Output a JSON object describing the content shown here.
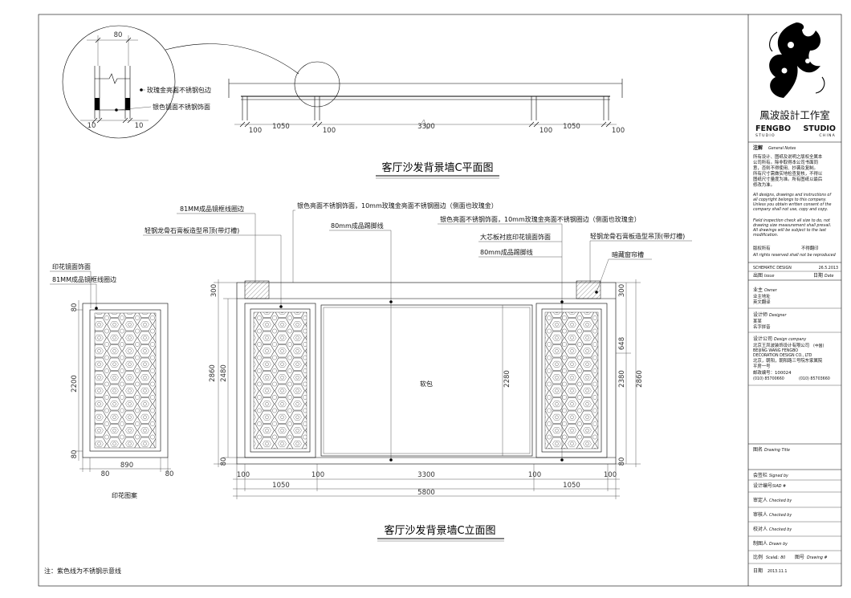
{
  "colors": {
    "line": "#000000",
    "background": "#ffffff"
  },
  "detail": {
    "dim_top": "80",
    "label_rose_gold_edge": "玫瑰金亮面不锈钢包边",
    "label_silver_mirror": "银色镜面不锈钢饰面",
    "dim_left": "10",
    "dim_right": "10"
  },
  "plan": {
    "dims": [
      "100",
      "1050",
      "100",
      "3300",
      "100",
      "1050",
      "100"
    ],
    "title": "客厅沙发背景墙C平面图"
  },
  "elevation": {
    "label_frame_line": "81MM成品镜框线圈边",
    "label_ceiling_left": "轻钢龙骨石膏板造型吊顶(带灯槽)",
    "label_steel_1": "银色亮面不锈钢饰面，10mm玫瑰金亮面不锈钢圈边（侧面也玫瑰金）",
    "label_skirting_1": "80mm成品踢脚线",
    "label_steel_2": "银色亮面不锈钢饰面，10mm玫瑰金亮面不锈钢圈边（侧面也玫瑰金）",
    "label_mirror_panel": "大芯板衬底印花镜面饰面",
    "label_ceiling_right": "轻钢龙骨石膏板造型吊顶(带灯槽)",
    "label_skirting_2": "80mm成品踢脚线",
    "label_curtain": "暗藏窗帘槽",
    "soft_pack": "软包",
    "dims_left": {
      "top": "300",
      "total": "2860",
      "wall": "2480",
      "bottom": "80"
    },
    "dim_middle": "2280",
    "dims_right": {
      "top": "300",
      "mid": "648",
      "wall": "2380",
      "total": "2860",
      "bottom": "80"
    },
    "dims_bottom_row1": [
      "100",
      "100",
      "3300",
      "100",
      "100"
    ],
    "dims_bottom_row2": [
      "1050",
      "1050"
    ],
    "dim_total": "5800",
    "title": "客厅沙发背景墙C立面图"
  },
  "pattern_panel": {
    "label_mirror": "印花镜面饰面",
    "label_frame": "81MM成品镜框线圈边",
    "dim_top": "80",
    "dim_height": "2200",
    "dim_bottom": "80",
    "dim_w_left": "80",
    "dim_width": "890",
    "dim_w_right": "80",
    "title": "印花图案"
  },
  "note": "注：紫色线为不锈钢示意线",
  "title_block": {
    "logo_name": "鳳波設計工作室",
    "brand_left": "FENGBO",
    "brand_right": "STUDIO",
    "sub_left": "STUDIO",
    "sub_right": "CHINA",
    "notes_label_cn": "注解",
    "notes_label_en": "General Notes",
    "notes_cn": [
      "所有设计、图纸及说明之版权全属本",
      "公司所有。除非取得本公司书面同",
      "意，否则不得使用、抄袭及复制。",
      "所有尺寸需做实地检查复核，不得以",
      "图纸尺寸量度为准。所有图纸以最后",
      "修改为准。"
    ],
    "notes_en": [
      "All designs, drawings and instructions of",
      "all copyright belongs to this company.",
      "Unless you obtain written consent of the",
      "company shall not use, copy and copy."
    ],
    "field_en": [
      "Field inspection check all size to do, not",
      "drawing size measurement shall prevail.",
      "All drawings will be subject to the last",
      "modification."
    ],
    "copyright_cn": "版权所有",
    "no_reprint_cn": "不得翻印",
    "copyright_en": "All rights reserved shall not be reproduced",
    "phase": "SCHEMATIC DESIGN",
    "phase_date": "26.5.2013",
    "issue_cn": "出图",
    "issue_en": "Issue",
    "date_cn": "日期",
    "date_en": "Date",
    "owner_cn": "业主",
    "owner_en": "Owner",
    "owner_address": "业主地址",
    "owner_translation": "英文翻译",
    "designer_cn": "设计师",
    "designer_en": "Designer",
    "designer_name": "某某",
    "designer_pinyin": "名字拼音",
    "company_cn": "设计公司",
    "company_en": "Design company",
    "company_name": "北京王凤波装饰设计有限公司",
    "company_country": "(中国)",
    "company_lines": [
      "BEIJING  WANG FENGBO",
      "DECORATION  DESIGN  CO., LTD",
      "北京，朝阳，朝阳路三号院东家属院",
      "平房一号",
      "邮政编号：100024"
    ],
    "phone_1": "(010) 85700660",
    "phone_2": "(010) 85703660",
    "drawing_title_cn": "图名",
    "drawing_title_en": "Drawing Title",
    "rows": [
      {
        "cn": "会签栏",
        "en": "Signed by"
      },
      {
        "cn": "设计编号",
        "en": "SIAD #"
      },
      {
        "cn": "审定人",
        "en": "Checked by"
      },
      {
        "cn": "审核人",
        "en": "Checked by"
      },
      {
        "cn": "校对人",
        "en": "Checked by"
      },
      {
        "cn": "制图人",
        "en": "Drawn by"
      }
    ],
    "scale_cn": "比例",
    "scale_en": "Scale",
    "scale_value": "1: 80",
    "drawing_no_cn": "图号",
    "drawing_no_en": "Drawing #",
    "date_row_cn": "日期",
    "date_value": "2013.11.1"
  }
}
